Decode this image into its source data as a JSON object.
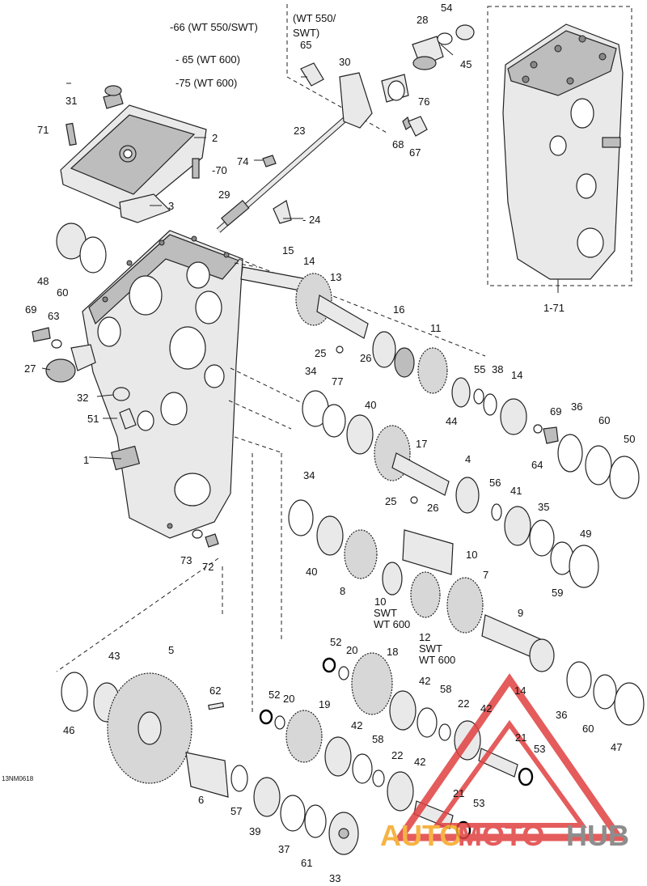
{
  "labels": [
    {
      "id": "p1",
      "text": "1"
    },
    {
      "id": "p2",
      "text": "2"
    },
    {
      "id": "p3",
      "text": "3"
    },
    {
      "id": "p4",
      "text": "4"
    },
    {
      "id": "p5",
      "text": "5"
    },
    {
      "id": "p6",
      "text": "6"
    },
    {
      "id": "p7",
      "text": "7"
    },
    {
      "id": "p8",
      "text": "8"
    },
    {
      "id": "p9",
      "text": "9"
    },
    {
      "id": "p10a",
      "text": "10"
    },
    {
      "id": "p10b",
      "text": "10"
    },
    {
      "id": "p10c",
      "text": "SWT"
    },
    {
      "id": "p10d",
      "text": "WT 600"
    },
    {
      "id": "p11",
      "text": "11"
    },
    {
      "id": "p12",
      "text": "12"
    },
    {
      "id": "p12b",
      "text": "SWT"
    },
    {
      "id": "p12c",
      "text": "WT 600"
    },
    {
      "id": "p13",
      "text": "13"
    },
    {
      "id": "p14a",
      "text": "14"
    },
    {
      "id": "p14b",
      "text": "14"
    },
    {
      "id": "p14c",
      "text": "14"
    },
    {
      "id": "p15",
      "text": "15"
    },
    {
      "id": "p16",
      "text": "16"
    },
    {
      "id": "p17",
      "text": "17"
    },
    {
      "id": "p18",
      "text": "18"
    },
    {
      "id": "p19",
      "text": "19"
    },
    {
      "id": "p20a",
      "text": "20"
    },
    {
      "id": "p20b",
      "text": "20"
    },
    {
      "id": "p21a",
      "text": "21"
    },
    {
      "id": "p21b",
      "text": "21"
    },
    {
      "id": "p22a",
      "text": "22"
    },
    {
      "id": "p22b",
      "text": "22"
    },
    {
      "id": "p23",
      "text": "23"
    },
    {
      "id": "p24",
      "text": "- 24"
    },
    {
      "id": "p25a",
      "text": "25"
    },
    {
      "id": "p25b",
      "text": "25"
    },
    {
      "id": "p26a",
      "text": "26"
    },
    {
      "id": "p26b",
      "text": "26"
    },
    {
      "id": "p27",
      "text": "27"
    },
    {
      "id": "p28",
      "text": "28"
    },
    {
      "id": "p29",
      "text": "29"
    },
    {
      "id": "p30",
      "text": "30"
    },
    {
      "id": "p31",
      "text": "31"
    },
    {
      "id": "p32",
      "text": "32"
    },
    {
      "id": "p33",
      "text": "33"
    },
    {
      "id": "p34a",
      "text": "34"
    },
    {
      "id": "p34b",
      "text": "34"
    },
    {
      "id": "p35",
      "text": "35"
    },
    {
      "id": "p36a",
      "text": "36"
    },
    {
      "id": "p36b",
      "text": "36"
    },
    {
      "id": "p37",
      "text": "37"
    },
    {
      "id": "p38",
      "text": "38"
    },
    {
      "id": "p39",
      "text": "39"
    },
    {
      "id": "p40a",
      "text": "40"
    },
    {
      "id": "p40b",
      "text": "40"
    },
    {
      "id": "p41",
      "text": "41"
    },
    {
      "id": "p42a",
      "text": "42"
    },
    {
      "id": "p42b",
      "text": "42"
    },
    {
      "id": "p42c",
      "text": "42"
    },
    {
      "id": "p42d",
      "text": "42"
    },
    {
      "id": "p42e",
      "text": "42"
    },
    {
      "id": "p43",
      "text": "43"
    },
    {
      "id": "p44",
      "text": "44"
    },
    {
      "id": "p45",
      "text": "45"
    },
    {
      "id": "p46",
      "text": "46"
    },
    {
      "id": "p47",
      "text": "47"
    },
    {
      "id": "p48",
      "text": "48"
    },
    {
      "id": "p49",
      "text": "49"
    },
    {
      "id": "p50",
      "text": "50"
    },
    {
      "id": "p51",
      "text": "51"
    },
    {
      "id": "p52a",
      "text": "52"
    },
    {
      "id": "p52b",
      "text": "52"
    },
    {
      "id": "p53a",
      "text": "53"
    },
    {
      "id": "p53b",
      "text": "53"
    },
    {
      "id": "p54",
      "text": "54"
    },
    {
      "id": "p55",
      "text": "55"
    },
    {
      "id": "p56",
      "text": "56"
    },
    {
      "id": "p57",
      "text": "57"
    },
    {
      "id": "p58a",
      "text": "58"
    },
    {
      "id": "p58b",
      "text": "58"
    },
    {
      "id": "p59",
      "text": "59"
    },
    {
      "id": "p60a",
      "text": "60"
    },
    {
      "id": "p60b",
      "text": "60"
    },
    {
      "id": "p60c",
      "text": "60"
    },
    {
      "id": "p61",
      "text": "61"
    },
    {
      "id": "p62",
      "text": "62"
    },
    {
      "id": "p63",
      "text": "63"
    },
    {
      "id": "p64",
      "text": "64"
    },
    {
      "id": "p65a",
      "text": "65"
    },
    {
      "id": "p66",
      "text": "-66 (WT 550/SWT)"
    },
    {
      "id": "p65b",
      "text": "- 65 (WT 600)"
    },
    {
      "id": "p75",
      "text": "-75 (WT 600)"
    },
    {
      "id": "p67",
      "text": "67"
    },
    {
      "id": "p68",
      "text": "68"
    },
    {
      "id": "p69a",
      "text": "69"
    },
    {
      "id": "p69b",
      "text": "69"
    },
    {
      "id": "p70",
      "text": "-70"
    },
    {
      "id": "p71",
      "text": "71"
    },
    {
      "id": "p72",
      "text": "72"
    },
    {
      "id": "p73",
      "text": "73"
    },
    {
      "id": "p74",
      "text": "74"
    },
    {
      "id": "p76",
      "text": "76"
    },
    {
      "id": "p77",
      "text": "77"
    },
    {
      "id": "p171",
      "text": "1-71"
    },
    {
      "id": "pwt1",
      "text": "(WT 550/"
    },
    {
      "id": "pwt2",
      "text": "SWT)"
    }
  ],
  "drawing_code": "13NM0618",
  "watermark": {
    "part1": "AUTO",
    "part2": "MOTO",
    "part3": "HUB",
    "color_orange": "#f5a623",
    "color_red": "#e04040",
    "color_gray": "#7a7a7a"
  }
}
